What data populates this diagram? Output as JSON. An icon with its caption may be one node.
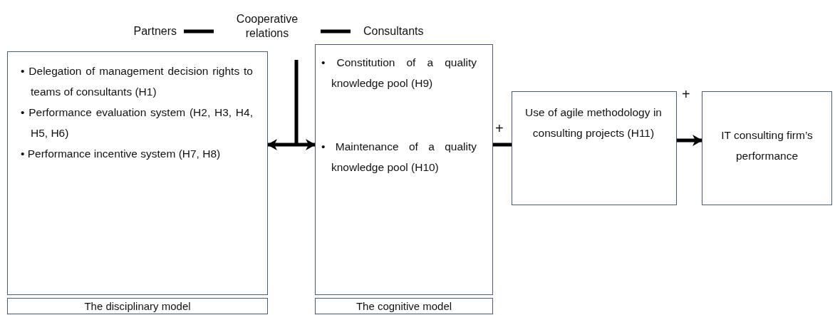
{
  "diagram": {
    "nodes": [
      {
        "text": [
          "Partners"
        ]
      },
      {
        "text": [
          "Cooperative relations"
        ]
      },
      {
        "text": [
          "Consultants"
        ]
      },
      {
        "text": [
          "• Delegation of management decision rights to teams of consultants (H1)",
          "• Performance evaluation system (H2, H3, H4, H5, H6)",
          "• Performance incentive system (H7, H8)"
        ]
      },
      {
        "text": [
          "• Constitution of a quality knowledge pool (H9)",
          "• Maintenance of a quality knowledge pool (H10)"
        ]
      },
      {
        "text": [
          "Use of agile methodology in consulting projects (H11)"
        ]
      },
      {
        "text": [
          "IT consulting firm’s performance"
        ]
      },
      {
        "text": [
          "The disciplinary model"
        ]
      },
      {
        "text": [
          "The cognitive model"
        ]
      }
    ],
    "edges": [
      {
        "from": 0,
        "to": 1,
        "arrow": "none"
      },
      {
        "from": 1,
        "to": 2,
        "arrow": "none"
      },
      {
        "from": 1,
        "to": null,
        "arrow": "none"
      },
      {
        "from": 3,
        "to": 4,
        "arrow": "both"
      },
      {
        "from": 4,
        "to": 5,
        "arrow": "none",
        "label": "+"
      },
      {
        "from": 5,
        "to": 6,
        "arrow": "to",
        "label": "+"
      }
    ]
  }
}
